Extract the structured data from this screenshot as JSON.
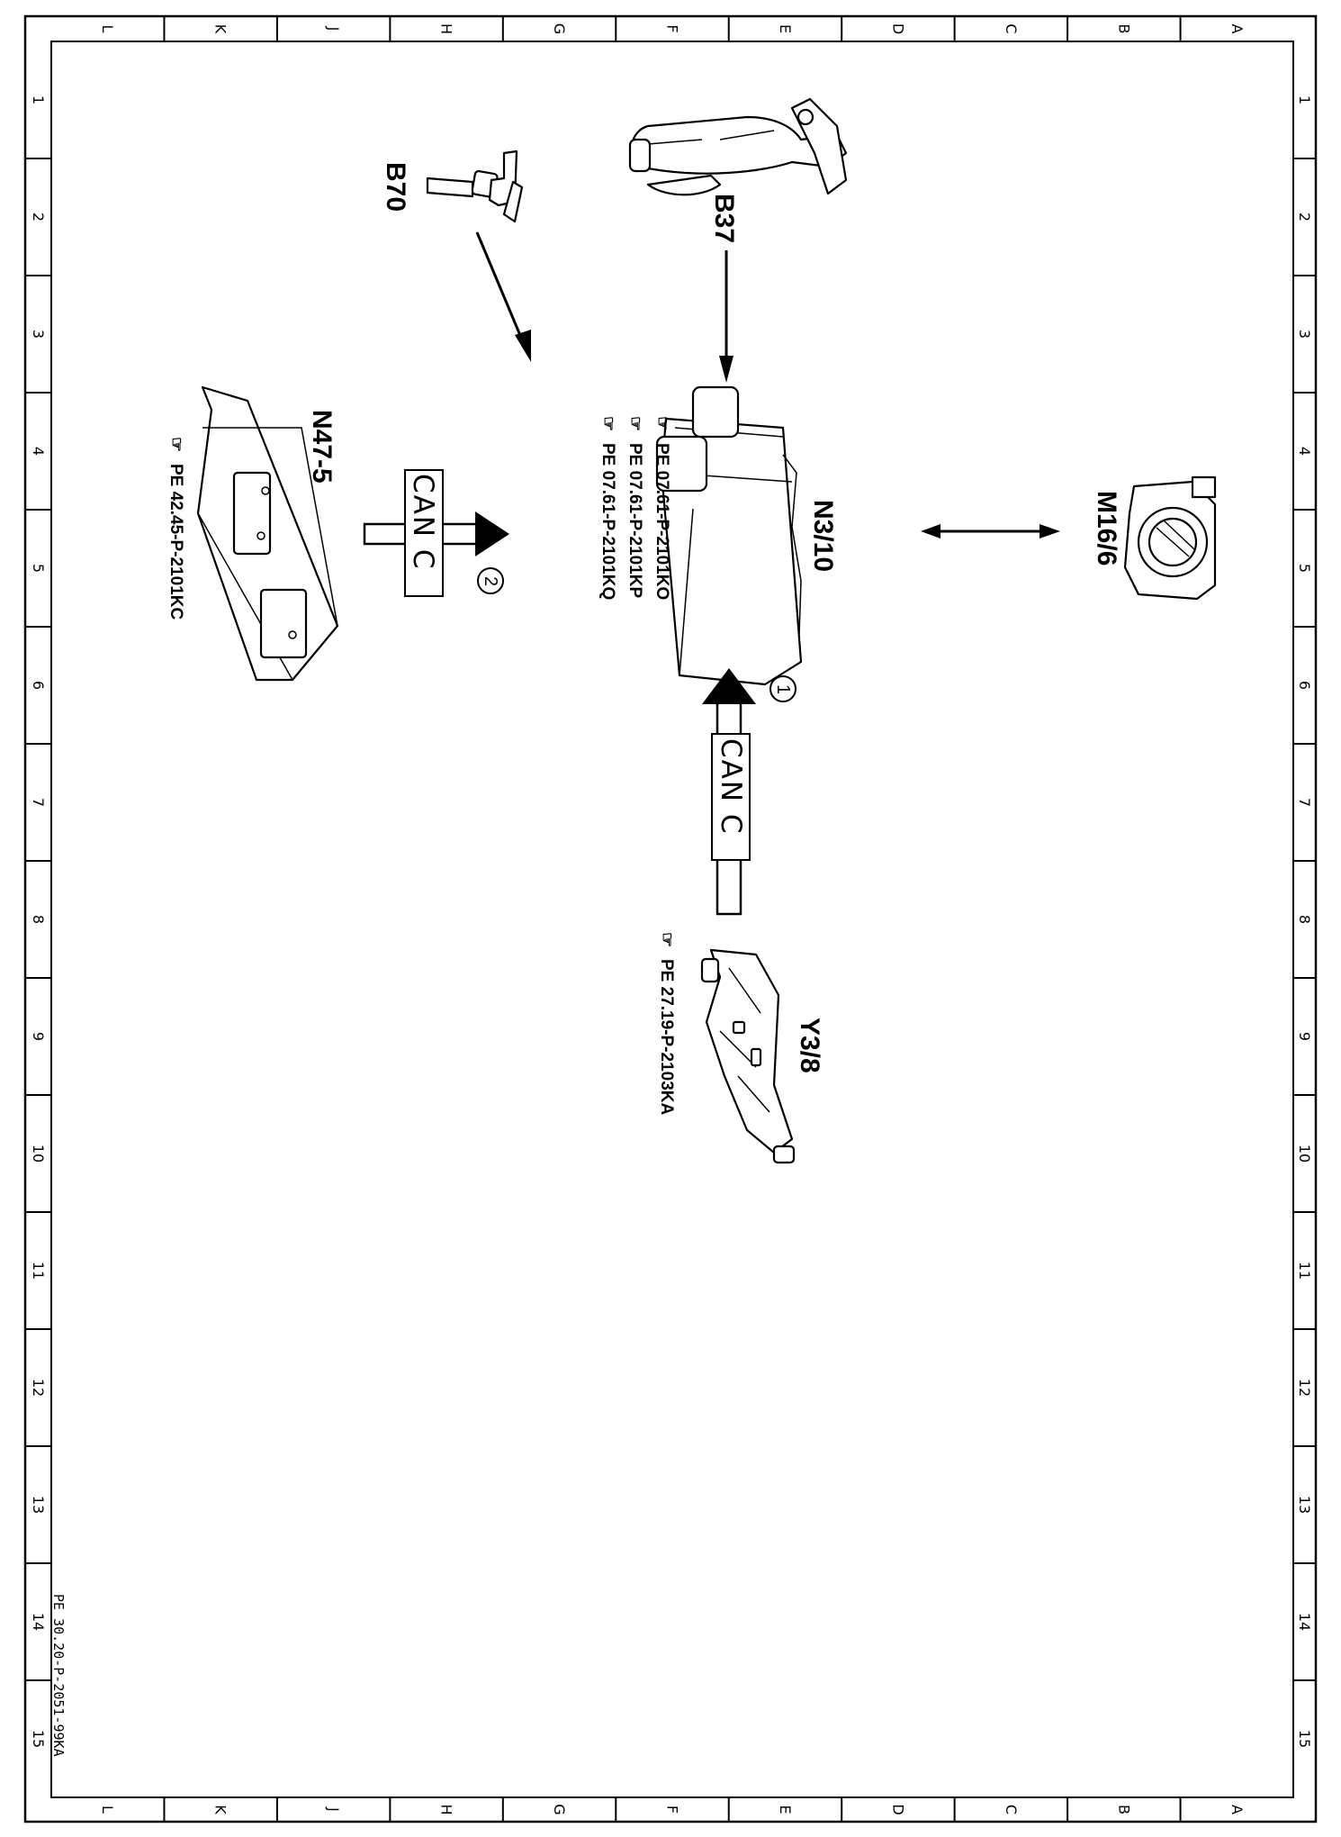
{
  "frame": {
    "columns": [
      "A",
      "B",
      "C",
      "D",
      "E",
      "F",
      "G",
      "H",
      "J",
      "K",
      "L"
    ],
    "rows": [
      "1",
      "2",
      "3",
      "4",
      "5",
      "6",
      "7",
      "8",
      "9",
      "10",
      "11",
      "12",
      "13",
      "14",
      "15"
    ]
  },
  "document_ref": "PE 30.20-P-2051-99KA",
  "components": {
    "b70": {
      "label": "B70"
    },
    "b37": {
      "label": "B37"
    },
    "n47_5": {
      "label": "N47-5",
      "refs": [
        "PE 42.45-P-2101KC"
      ]
    },
    "n3_10": {
      "label": "N3/10",
      "refs": [
        "PE 07.61-P-2101KO",
        "PE 07.61-P-2101KP",
        "PE 07.61-P-2101KQ"
      ]
    },
    "m16_6": {
      "label": "M16/6"
    },
    "y3_8": {
      "label": "Y3/8",
      "refs": [
        "PE 27.19-P-2103KA"
      ]
    }
  },
  "can_links": [
    {
      "label": "CAN C",
      "marker": "2"
    },
    {
      "label": "CAN C",
      "marker": "1"
    }
  ]
}
